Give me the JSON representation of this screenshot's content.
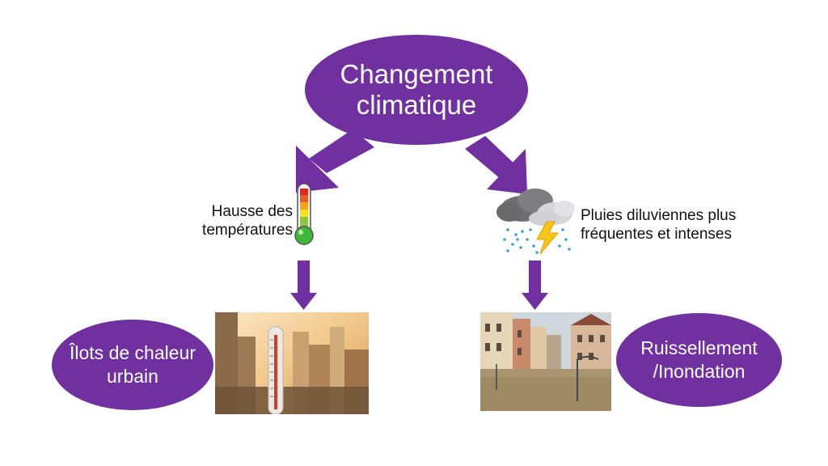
{
  "title_node": {
    "line1": "Changement",
    "line2": "climatique"
  },
  "effects": {
    "heat": {
      "line1": "Hausse des",
      "line2": "températures",
      "icon": "thermometer-icon"
    },
    "rain": {
      "line1": "Pluies diluviennes plus",
      "line2": "fréquentes et intenses",
      "icon": "storm-cloud-icon"
    }
  },
  "outcomes": {
    "heat": {
      "line1": "Îlots de chaleur",
      "line2": "urbain",
      "photo": "thermometer-city-photo"
    },
    "flood": {
      "line1": "Ruissellement",
      "line2": "/Inondation",
      "photo": "flooded-street-photo"
    }
  },
  "colors": {
    "accent": "#7030a0",
    "text_on_accent": "#ffffff",
    "label_text": "#111111"
  }
}
